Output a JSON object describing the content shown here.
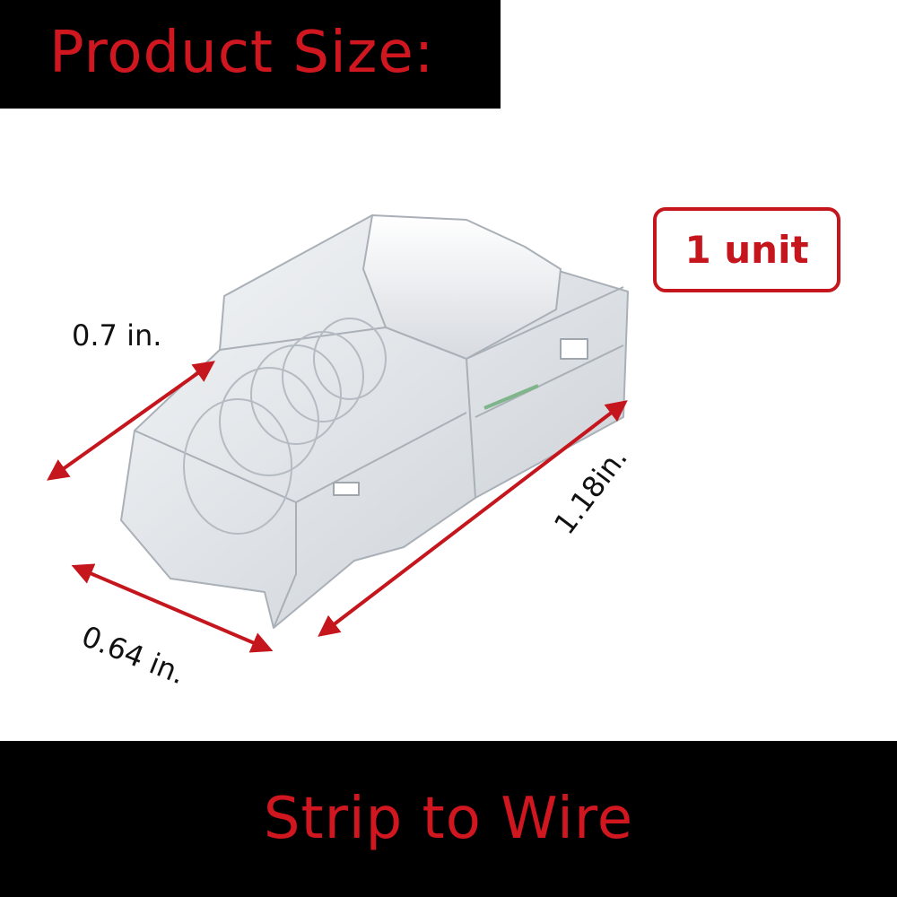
{
  "header": {
    "title": "Product Size:"
  },
  "badge": {
    "label": "1 unit"
  },
  "dimensions": {
    "height": "0.7 in.",
    "width": "0.64 in.",
    "length": "1.18in."
  },
  "footer": {
    "label": "Strip to Wire"
  },
  "colors": {
    "accent": "#c4161c",
    "bar": "#000000"
  }
}
